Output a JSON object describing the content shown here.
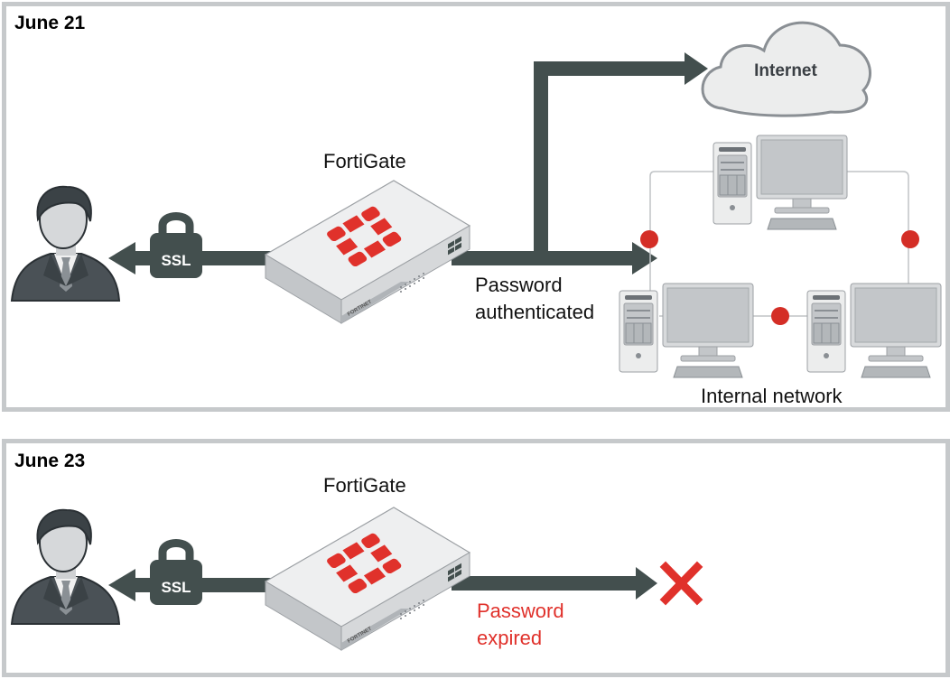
{
  "panels": [
    {
      "title": "June 21",
      "device_label": "FortiGate",
      "lock_label": "SSL",
      "status_text_line1": "Password",
      "status_text_line2": "authenticated",
      "cloud_label": "Internet",
      "network_label": "Internal network"
    },
    {
      "title": "June 23",
      "device_label": "FortiGate",
      "lock_label": "SSL",
      "status_text_line1": "Password",
      "status_text_line2": "expired",
      "blocked_icon": "x-icon"
    }
  ],
  "colors": {
    "arrow": "#434f4e",
    "brand_red": "#e0312b",
    "panel_border": "#c6c9cb",
    "error_text": "#e0312b"
  }
}
